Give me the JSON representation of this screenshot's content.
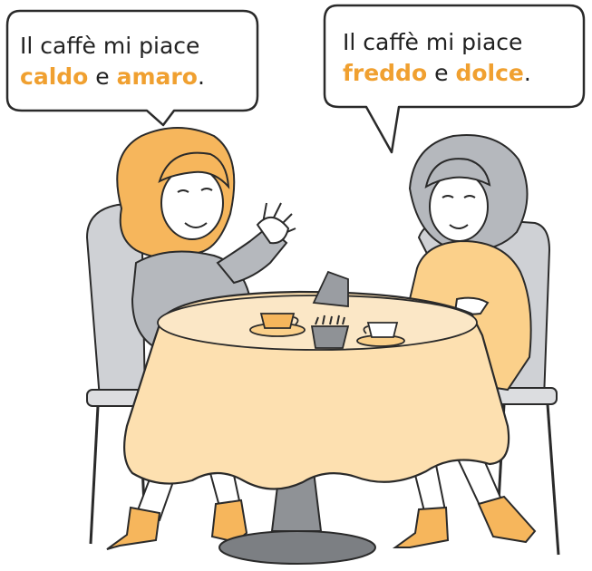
{
  "colors": {
    "accent": "#f0a030",
    "orange_fill": "#fbd08a",
    "tablecloth": "#fde0b0",
    "gray_fill": "#b5b8bd",
    "outline": "#2a2a2a"
  },
  "bubbles": {
    "left": {
      "line1": "Il caffè mi piace",
      "word1": "caldo",
      "conj": "e",
      "word2": "amaro",
      "end": "."
    },
    "right": {
      "line1": "Il caffè mi piace",
      "word1": "freddo",
      "conj": "e",
      "word2": "dolce",
      "end": "."
    }
  }
}
